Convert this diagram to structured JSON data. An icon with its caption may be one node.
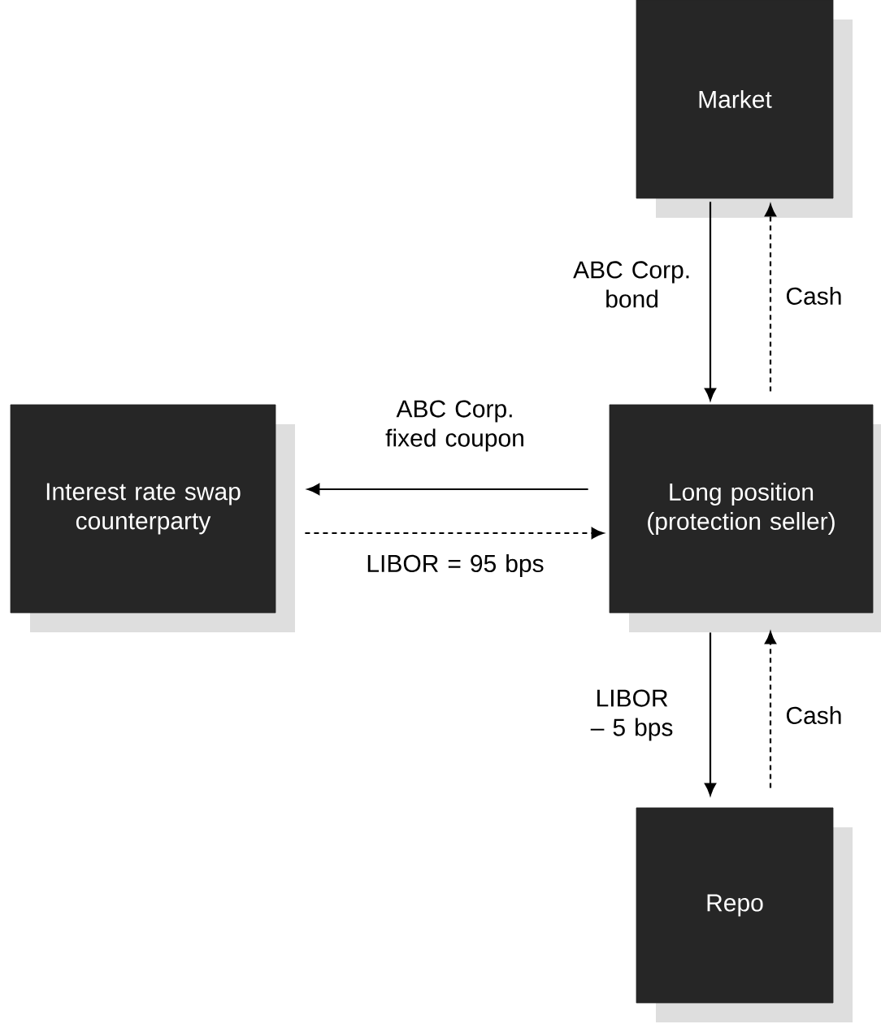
{
  "diagram": {
    "nodes": [
      {
        "text": [
          "Market"
        ]
      },
      {
        "text": [
          "Interest rate swap counterparty"
        ]
      },
      {
        "text": [
          "Long position (protection seller)"
        ]
      },
      {
        "text": [
          "Repo"
        ]
      }
    ],
    "edges": [
      {
        "from": 0,
        "to": 2,
        "arrow": "to",
        "label": "ABC Corp. bond"
      },
      {
        "from": 2,
        "to": 0,
        "arrow": "to",
        "label": "Cash",
        "style": "dashed"
      },
      {
        "from": 2,
        "to": 1,
        "arrow": "to",
        "label": "ABC Corp. fixed coupon"
      },
      {
        "from": 1,
        "to": 2,
        "arrow": "to",
        "label": "LIBOR = 95 bps",
        "style": "dashed"
      },
      {
        "from": 2,
        "to": 3,
        "arrow": "to",
        "label": "LIBOR – 5 bps"
      },
      {
        "from": 3,
        "to": 2,
        "arrow": "to",
        "label": "Cash",
        "style": "dashed"
      }
    ]
  }
}
